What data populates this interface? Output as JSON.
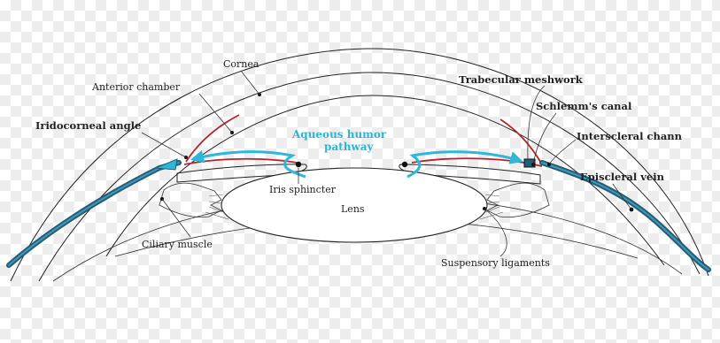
{
  "labels": {
    "cornea": "Cornea",
    "anterior_chamber": "Anterior chamber",
    "iridocorneal_angle": "Iridocorneal angle",
    "aqueous_line1": "Aqueous humor",
    "aqueous_line2": "pathway",
    "trabecular_meshwork": "Trabecular meshwork",
    "schlemms_canal": "Schlemm's canal",
    "interscleral_channel": "Interscleral chann",
    "episcleral_vein": "Episcleral vein",
    "iris_sphincter": "Iris sphincter",
    "lens": "Lens",
    "ciliary_muscle": "Ciliary muscle",
    "suspensory_ligaments": "Suspensory ligaments"
  },
  "colors": {
    "aqueous_pathway": "#2eb7d9",
    "trabecular_meshwork": "#b8232b",
    "episcleral_vein": "#1e5f79"
  }
}
